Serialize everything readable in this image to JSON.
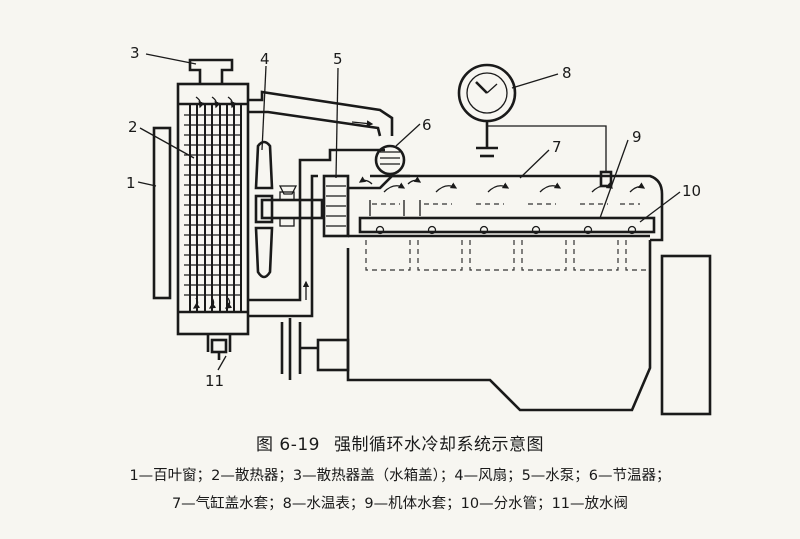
{
  "figure": {
    "number": "图 6-19",
    "title": "强制循环水冷却系统示意图",
    "legend_line1": "1—百叶窗；2—散热器；3—散热器盖（水箱盖）；4—风扇；5—水泵；6—节温器；",
    "legend_line2": "7—气缸盖水套；8—水温表；9—机体水套；10—分水管；11—放水阀"
  },
  "callouts": [
    "1",
    "2",
    "3",
    "4",
    "5",
    "6",
    "7",
    "8",
    "9",
    "10",
    "11"
  ],
  "colors": {
    "ink": "#1a1a1a",
    "paper": "#f7f6f1"
  },
  "icons": [
    "water-temp-gauge-icon",
    "flow-arrow-icon"
  ]
}
